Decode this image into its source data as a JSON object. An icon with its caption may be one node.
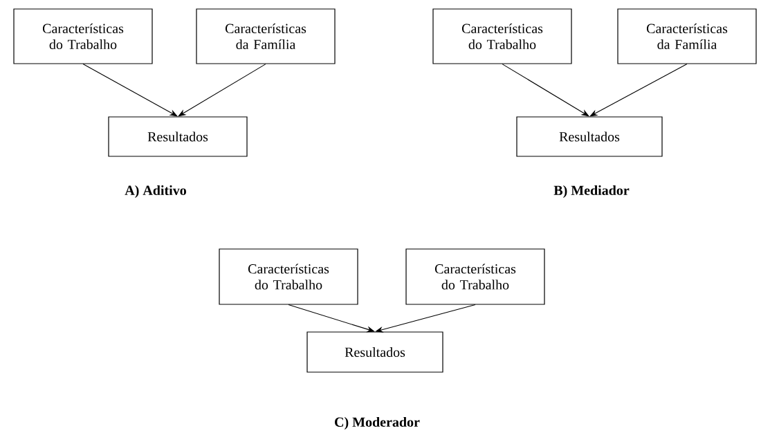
{
  "diagram": {
    "nodes": [
      {
        "text": [
          "Características do Trabalho"
        ]
      },
      {
        "text": [
          "Características da Família"
        ]
      },
      {
        "text": [
          "Resultados"
        ]
      },
      {
        "text": [
          "Características do Trabalho"
        ]
      },
      {
        "text": [
          "Características da Família"
        ]
      },
      {
        "text": [
          "Resultados"
        ]
      },
      {
        "text": [
          "Características do Trabalho"
        ]
      },
      {
        "text": [
          "Características do Trabalho"
        ]
      },
      {
        "text": [
          "Resultados"
        ]
      }
    ],
    "edges": [
      {
        "from": 0,
        "to": 2,
        "arrow": "to"
      },
      {
        "from": 1,
        "to": 2,
        "arrow": "to"
      },
      {
        "from": 3,
        "to": 5,
        "arrow": "to"
      },
      {
        "from": 4,
        "to": 5,
        "arrow": "to"
      },
      {
        "from": 6,
        "to": 8,
        "arrow": "to"
      },
      {
        "from": 7,
        "to": 8,
        "arrow": "to"
      }
    ],
    "labels": [
      "A) Aditivo",
      "B) Mediador",
      "C) Moderador"
    ]
  }
}
